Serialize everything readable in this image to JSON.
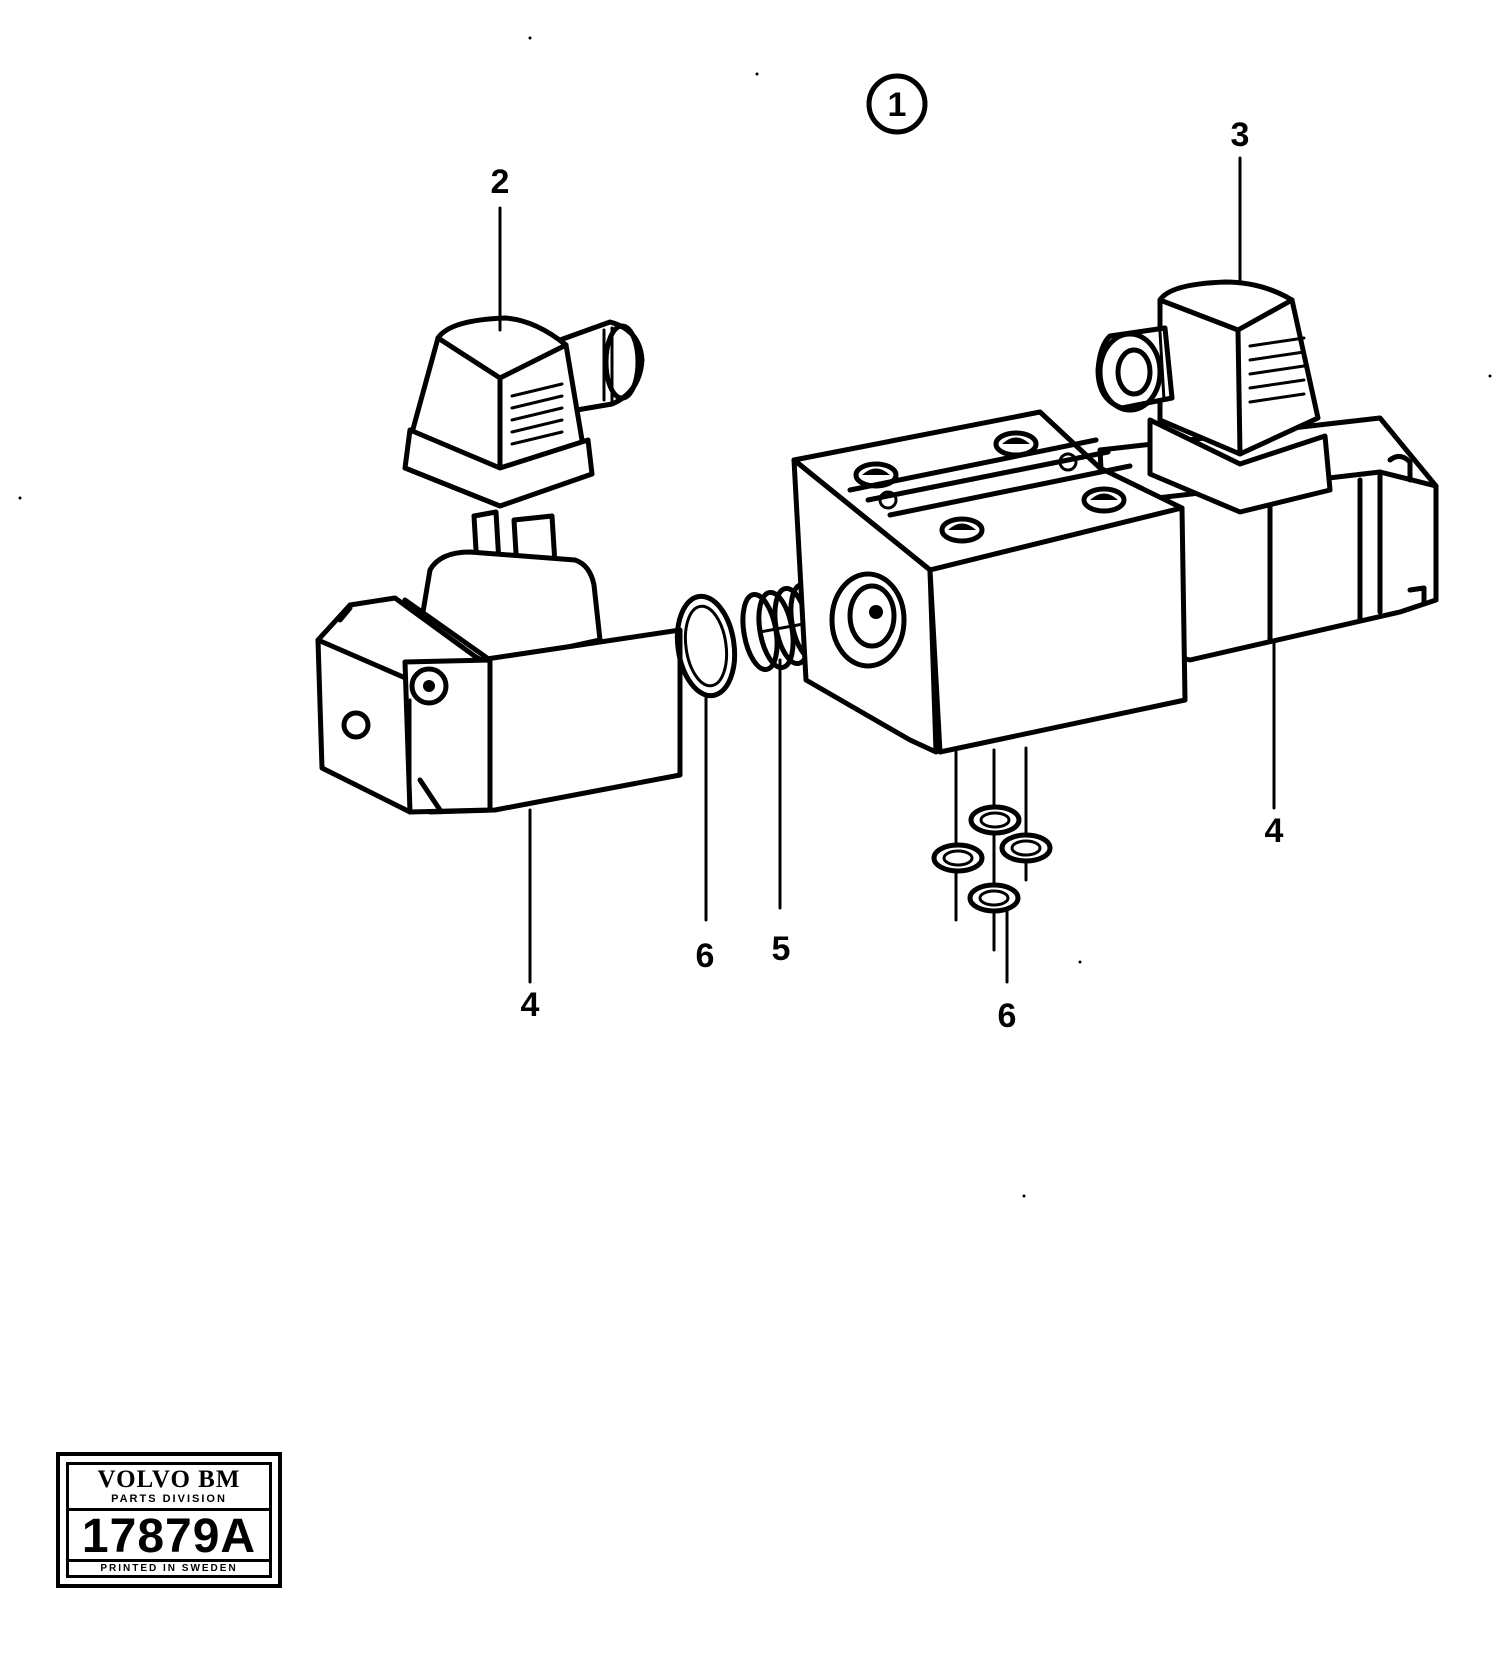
{
  "figure": {
    "callouts": {
      "assembly": "1",
      "plug_left": "2",
      "plug_right": "3",
      "solenoid_left": "4",
      "solenoid_right": "4",
      "oring_center": "6",
      "spring": "5",
      "orings_bottom": "6"
    }
  },
  "stamp": {
    "brand": "VOLVO BM",
    "division": "PARTS DIVISION",
    "number": "17879A",
    "printed": "PRINTED IN SWEDEN"
  }
}
